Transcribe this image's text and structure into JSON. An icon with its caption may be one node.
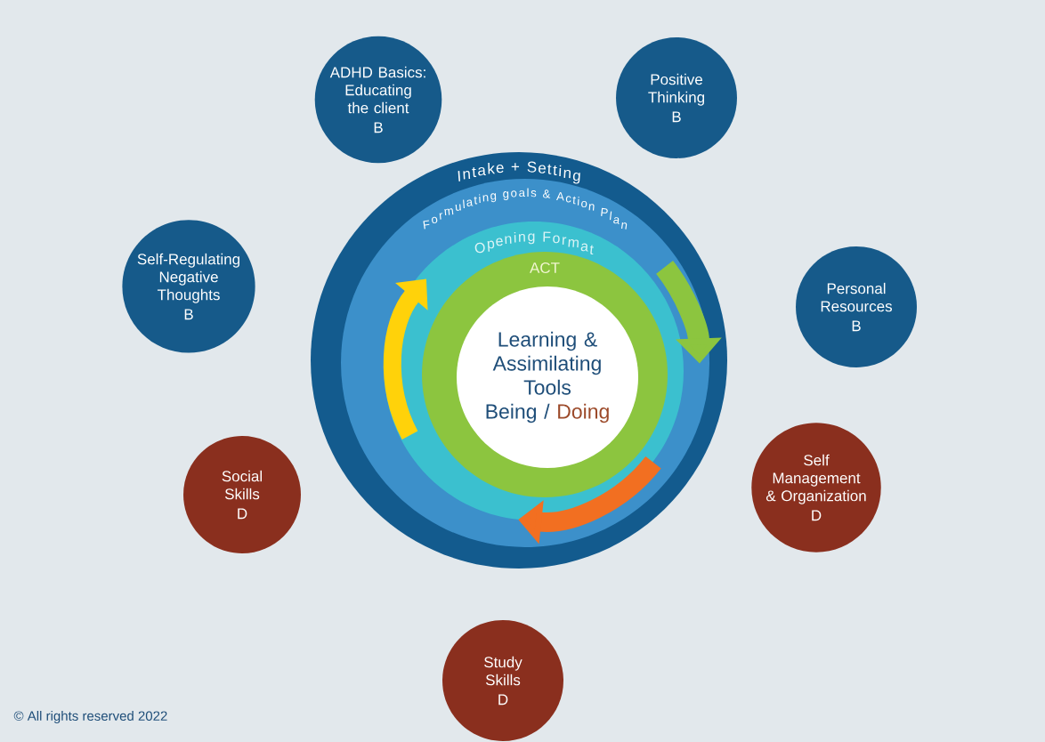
{
  "diagram": {
    "nodes": [
      {
        "text": [
          "Intake + Setting"
        ]
      },
      {
        "text": [
          "Formulating goals & Action Plan"
        ],
        "in": 0
      },
      {
        "text": [
          "Opening Format"
        ],
        "in": 1
      },
      {
        "text": [
          "ACT"
        ],
        "in": 2
      },
      {
        "text": [
          "Learning & Assimilating Tools",
          "Being /",
          "Doing"
        ],
        "in": 3
      },
      {
        "text": [
          "ADHD Basics: Educating the client",
          "B"
        ]
      },
      {
        "text": [
          "Positive Thinking",
          "B"
        ]
      },
      {
        "text": [
          "Self-Regulating Negative Thoughts",
          "B"
        ]
      },
      {
        "text": [
          "Personal Resources",
          "B"
        ]
      },
      {
        "text": [
          "Social Skills",
          "D"
        ]
      },
      {
        "text": [
          "Self Management & Organization",
          "D"
        ]
      },
      {
        "text": [
          "Study Skills",
          "D"
        ]
      }
    ],
    "labels": [
      "© All rights reserved 2022"
    ]
  }
}
